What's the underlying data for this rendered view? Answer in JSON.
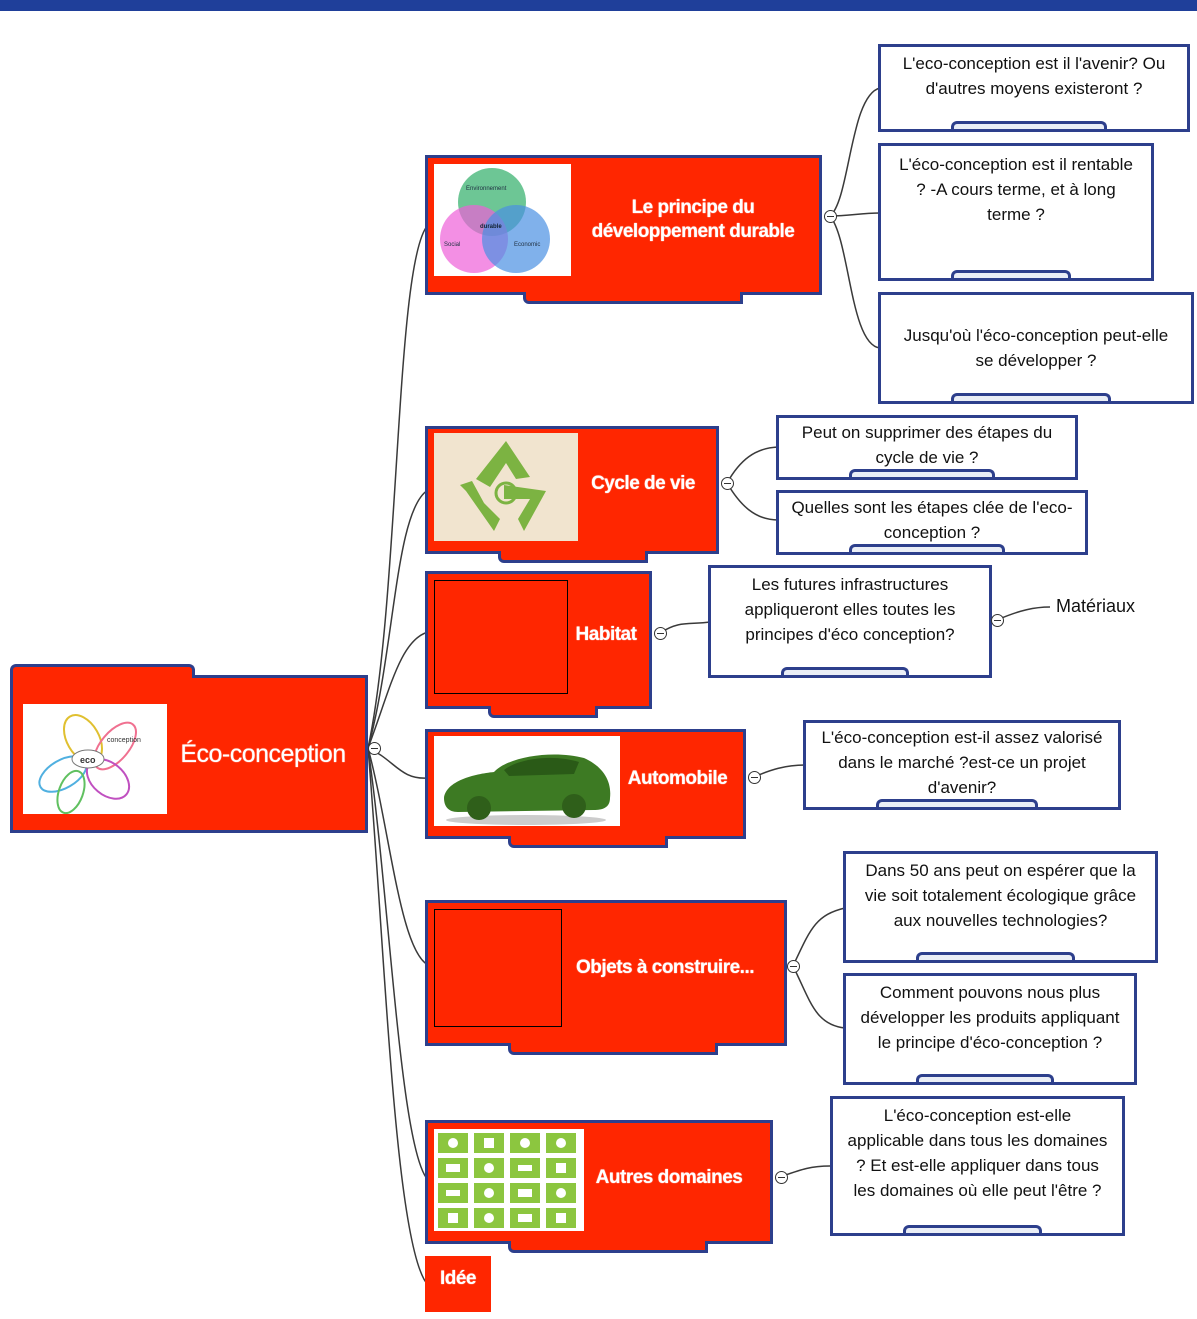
{
  "central": {
    "label": "Éco-conception"
  },
  "branches": [
    {
      "label": "Le principe du développement durable"
    },
    {
      "label": "Cycle de vie"
    },
    {
      "label": "Habitat"
    },
    {
      "label": "Automobile"
    },
    {
      "label": "Objets à construire..."
    },
    {
      "label": "Autres domaines"
    },
    {
      "label": "Idée"
    }
  ],
  "questions": [
    "L'eco-conception est il l'avenir? Ou d'autres moyens existeront ?",
    "L'éco-conception est il rentable ? -A cours terme, et à  long terme ?",
    "Jusqu'où l'éco-conception peut-elle  se développer ?",
    "Peut on supprimer des étapes du cycle de vie ?",
    "Quelles sont les étapes clée de l'eco-conception ?",
    "Les futures infrastructures appliqueront elles toutes les principes d'éco conception?",
    "L'éco-conception est-il assez valorisé dans le marché ?est-ce un projet d'avenir?",
    "Dans 50 ans peut on espérer que la vie soit totalement écologique grâce aux nouvelles technologies?",
    "Comment pouvons nous plus développer les produits appliquant le principe d'éco-conception ?",
    "L'éco-conception est-elle applicable dans tous les domaines ? Et est-elle appliquer dans tous les domaines où elle peut l'être ?"
  ],
  "sub_topic": {
    "label": "Matériaux"
  },
  "venn_labels": {
    "a": "Environnement",
    "b": "Social",
    "c": "Economic",
    "center": "durable"
  },
  "flower_labels": {
    "center": "eco",
    "petal": "conception"
  },
  "colors": {
    "node_fill": "#ff2600",
    "node_border": "#2d3f8c",
    "header_bar": "#1f3f9a",
    "link": "#3a3a3a"
  }
}
